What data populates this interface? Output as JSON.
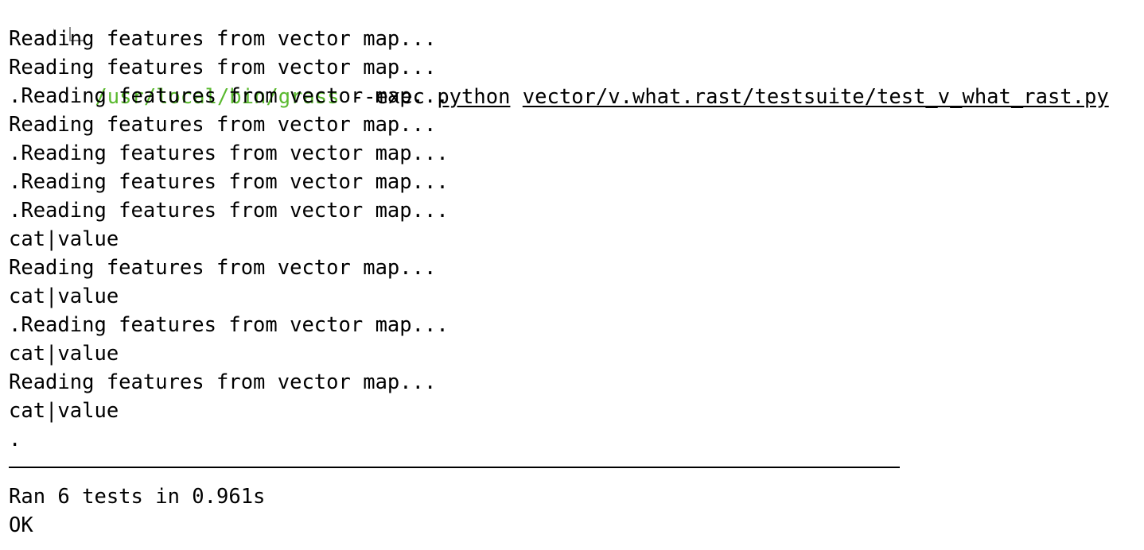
{
  "prompt": {
    "path": "/usr/local/bin/grass",
    "flag": "--exec",
    "program": "python",
    "script": "vector/v.what.rast/testsuite/test_v_what_rast.py"
  },
  "output_lines": [
    "Reading features from vector map...",
    "Reading features from vector map...",
    ".Reading features from vector map...",
    "Reading features from vector map...",
    ".Reading features from vector map...",
    ".Reading features from vector map...",
    ".Reading features from vector map...",
    "cat|value",
    "Reading features from vector map...",
    "cat|value",
    ".Reading features from vector map...",
    "cat|value",
    "Reading features from vector map...",
    "cat|value",
    "."
  ],
  "summary": {
    "ran": "Ran 6 tests in 0.961s",
    "status": "OK"
  }
}
